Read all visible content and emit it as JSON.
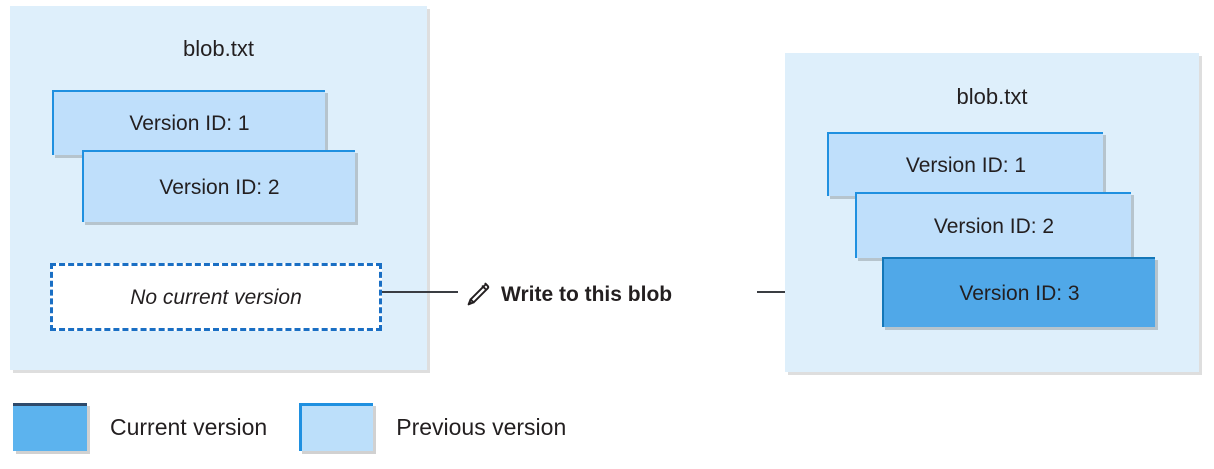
{
  "diagram": {
    "title_before": "blob.txt",
    "title_after": "blob.txt",
    "before": {
      "blob_name": "blob.txt",
      "versions": [
        {
          "label": "Version ID: 1",
          "state": "previous"
        },
        {
          "label": "Version ID: 2",
          "state": "previous"
        }
      ],
      "current_version_placeholder": "No current version"
    },
    "after": {
      "blob_name": "blob.txt",
      "versions": [
        {
          "label": "Version ID: 1",
          "state": "previous"
        },
        {
          "label": "Version ID: 2",
          "state": "previous"
        },
        {
          "label": "Version ID: 3",
          "state": "current"
        }
      ]
    },
    "action": {
      "label": "Write to this blob",
      "icon": "pencil-icon"
    }
  },
  "legend": {
    "items": [
      {
        "label": "Current version",
        "color": "#5cb3ee"
      },
      {
        "label": "Previous version",
        "color": "#bcdffa"
      }
    ]
  },
  "colors": {
    "panel_background": "#deeffb",
    "previous_version": "#bfdffb",
    "previous_version_border": "#1f90e0",
    "current_version": "#50a8e8",
    "current_version_border": "#1477b8",
    "dashed_border": "#1a6fc4",
    "connector": "#3a3d42",
    "text": "#231f20"
  }
}
